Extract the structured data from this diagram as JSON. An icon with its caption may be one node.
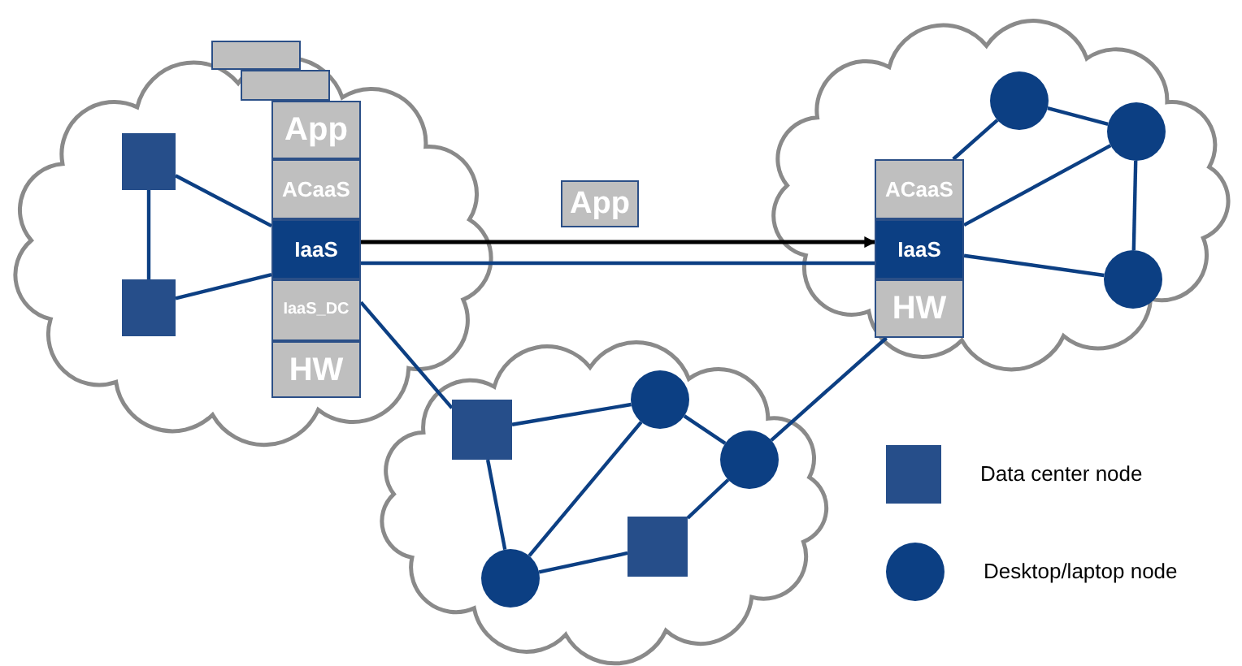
{
  "diagram": {
    "nodes": [
      {
        "text": [],
        "shape": "cloud"
      },
      {
        "text": [],
        "shape": "box"
      },
      {
        "text": [],
        "shape": "box",
        "in": 0
      },
      {
        "text": [
          "App"
        ],
        "in": 0
      },
      {
        "text": [
          "ACaaS"
        ],
        "in": 0
      },
      {
        "text": [
          "IaaS"
        ],
        "in": 0
      },
      {
        "text": [
          "IaaS_DC"
        ],
        "in": 0
      },
      {
        "text": [
          "HW"
        ],
        "in": 0
      },
      {
        "text": [],
        "shape": "box",
        "in": 0
      },
      {
        "text": [],
        "shape": "box",
        "in": 0
      },
      {
        "text": [
          "App"
        ]
      },
      {
        "text": [],
        "shape": "cloud"
      },
      {
        "text": [
          "ACaaS"
        ],
        "in": 11
      },
      {
        "text": [
          "IaaS"
        ],
        "in": 11
      },
      {
        "text": [
          "HW"
        ],
        "in": 11
      },
      {
        "text": [],
        "shape": "circle",
        "in": 11
      },
      {
        "text": [],
        "shape": "circle",
        "in": 11
      },
      {
        "text": [],
        "shape": "circle",
        "in": 11
      },
      {
        "text": [],
        "shape": "cloud"
      },
      {
        "text": [],
        "shape": "box",
        "in": 18
      },
      {
        "text": [],
        "shape": "circle",
        "in": 18
      },
      {
        "text": [],
        "shape": "circle",
        "in": 18
      },
      {
        "text": [],
        "shape": "box",
        "in": 18
      },
      {
        "text": [],
        "shape": "circle",
        "in": 18
      }
    ],
    "edges": [
      {
        "from": 8,
        "to": 9,
        "arrow": "none"
      },
      {
        "from": 8,
        "to": 5,
        "arrow": "none"
      },
      {
        "from": 9,
        "to": 5,
        "arrow": "none"
      },
      {
        "from": 5,
        "to": 13,
        "arrow": "to",
        "color": "#000000"
      },
      {
        "from": 5,
        "to": 13,
        "arrow": "none"
      },
      {
        "from": 6,
        "to": 19,
        "arrow": "none"
      },
      {
        "from": 19,
        "to": 20,
        "arrow": "none"
      },
      {
        "from": 19,
        "to": 23,
        "arrow": "none"
      },
      {
        "from": 20,
        "to": 21,
        "arrow": "none"
      },
      {
        "from": 20,
        "to": 23,
        "arrow": "none"
      },
      {
        "from": 21,
        "to": 22,
        "arrow": "none"
      },
      {
        "from": 22,
        "to": 23,
        "arrow": "none"
      },
      {
        "from": 21,
        "to": 14,
        "arrow": "none"
      },
      {
        "from": 12,
        "to": 15,
        "arrow": "none"
      },
      {
        "from": 13,
        "to": 16,
        "arrow": "none"
      },
      {
        "from": 13,
        "to": 17,
        "arrow": "none"
      },
      {
        "from": 15,
        "to": 16,
        "arrow": "none"
      },
      {
        "from": 16,
        "to": 17,
        "arrow": "none"
      }
    ],
    "legend": [
      {
        "text": "Data center node"
      },
      {
        "text": "Desktop/laptop node"
      }
    ]
  }
}
